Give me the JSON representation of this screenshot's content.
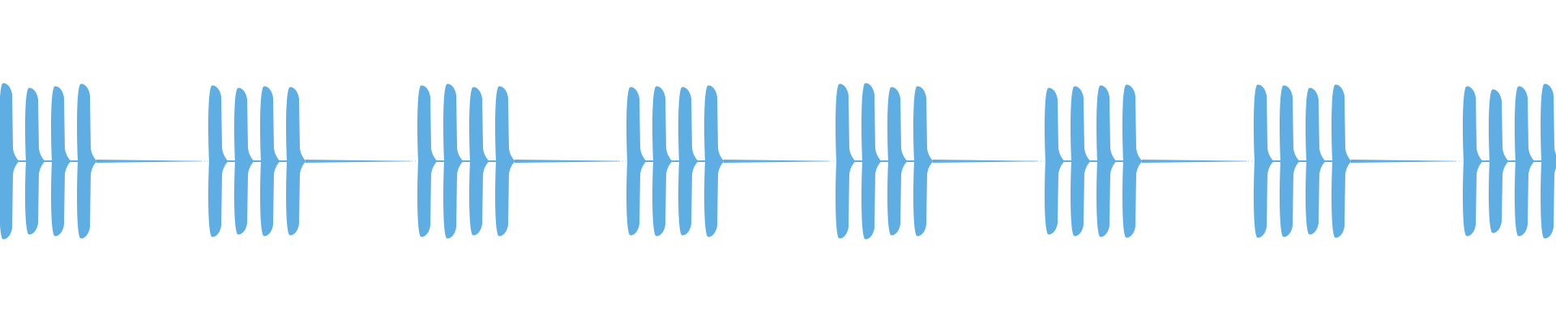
{
  "waveform": {
    "color": "#5eaee3",
    "group_count": 8,
    "bursts_per_group": 4,
    "groups": [
      {
        "peaks": [
          0.98,
          0.92,
          0.94,
          0.97
        ]
      },
      {
        "peaks": [
          0.95,
          0.92,
          0.94,
          0.93
        ]
      },
      {
        "peaks": [
          0.95,
          0.97,
          0.93,
          0.94
        ]
      },
      {
        "peaks": [
          0.93,
          0.94,
          0.93,
          0.95
        ]
      },
      {
        "peaks": [
          0.97,
          0.98,
          0.93,
          0.94
        ]
      },
      {
        "peaks": [
          0.92,
          0.94,
          0.95,
          0.96
        ]
      },
      {
        "peaks": [
          0.96,
          0.95,
          0.92,
          0.96
        ]
      },
      {
        "peaks": [
          0.94,
          0.9,
          0.94,
          0.97
        ]
      }
    ],
    "tail_level": 0.02
  }
}
